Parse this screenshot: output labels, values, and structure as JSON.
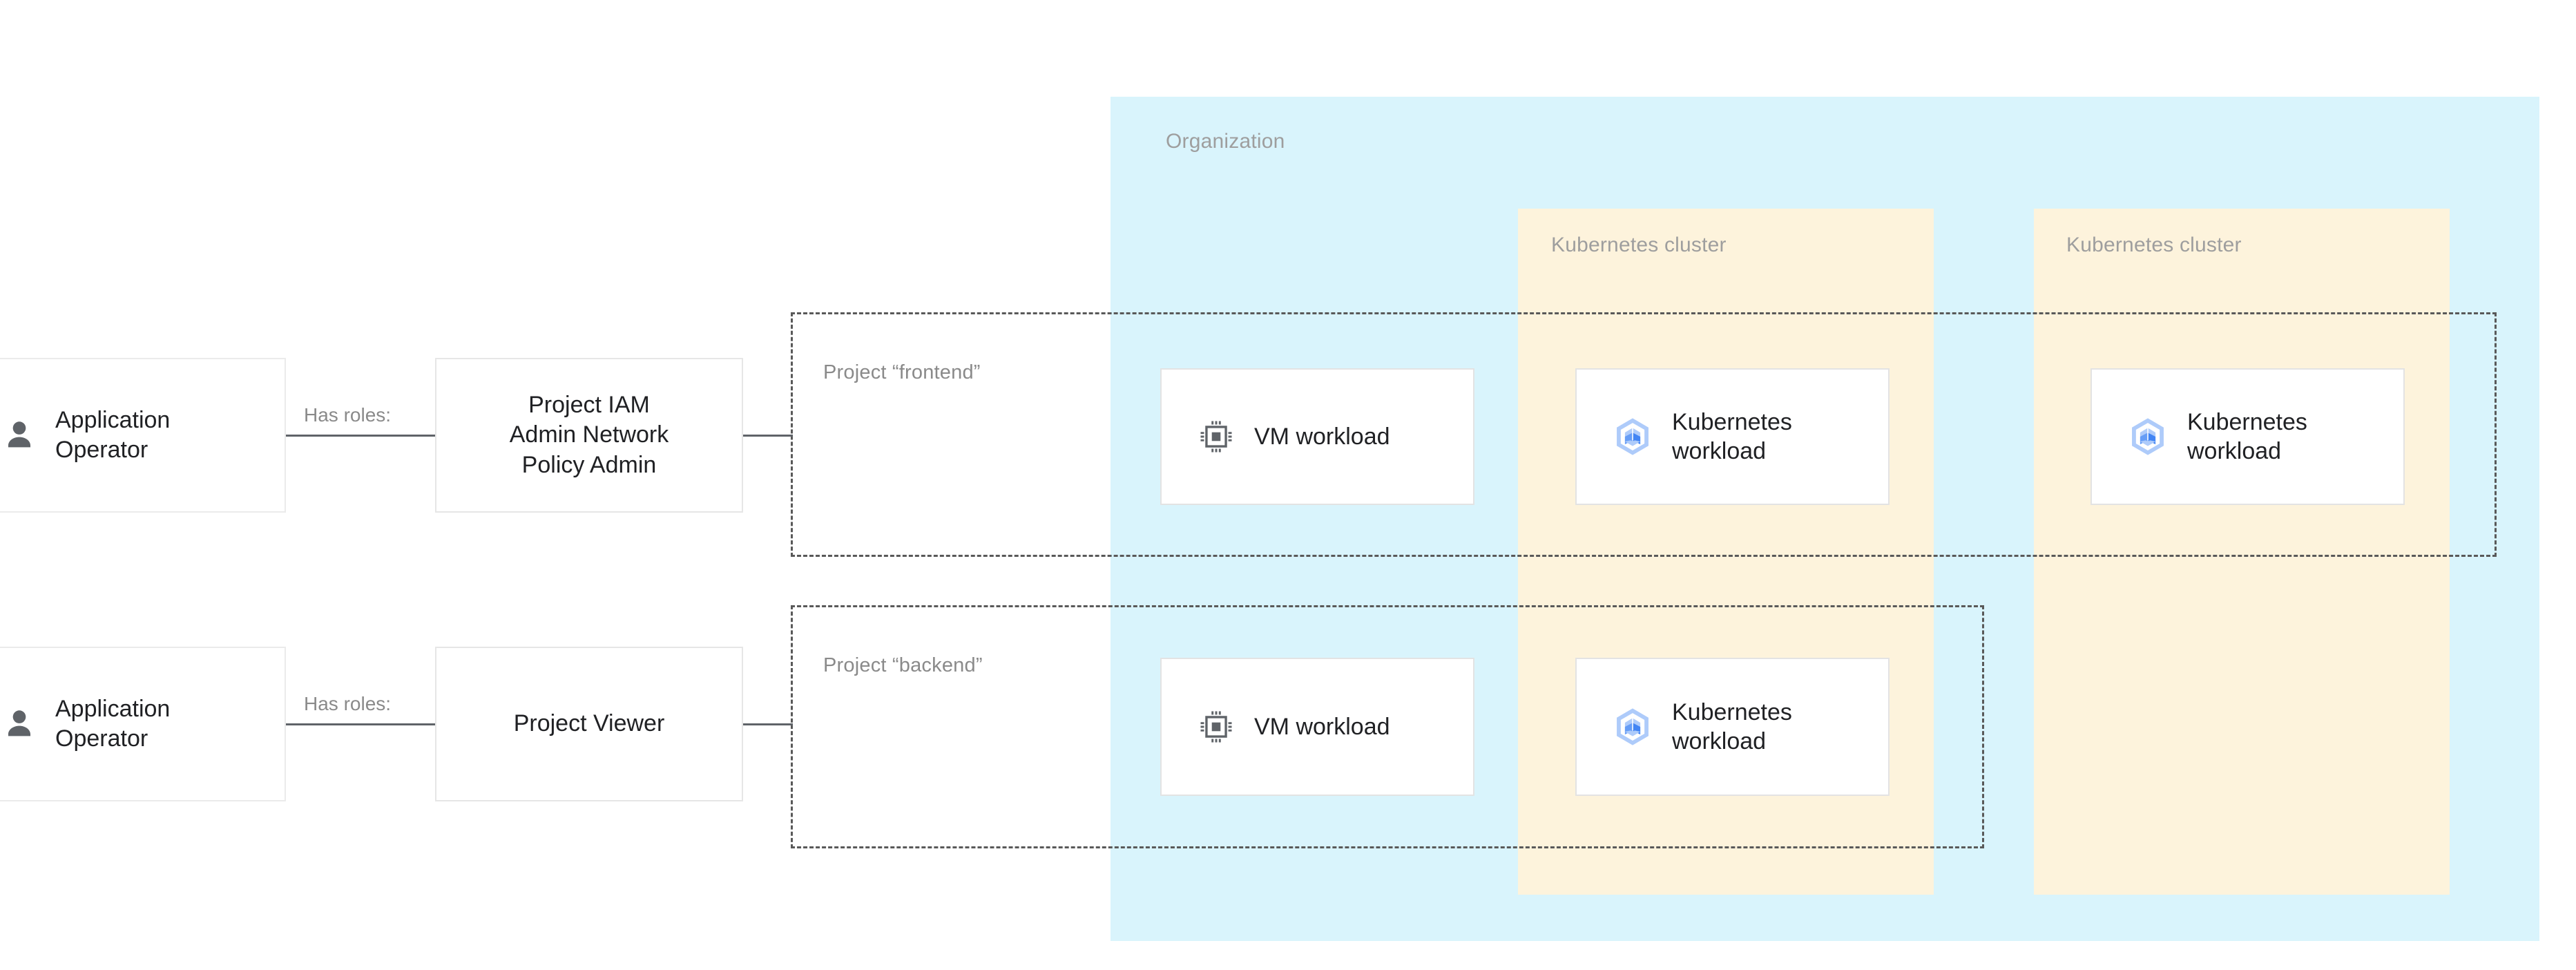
{
  "diagram": {
    "colors": {
      "organization_bg": "#d9f4fc",
      "cluster_bg": "#fdf3dc",
      "card_bg": "#ffffff",
      "card_border": "#e3e3e3",
      "boundary_stroke": "#595959",
      "connector": "#5f6368",
      "container_label": "#9e9e9e",
      "text": "#202124",
      "k8s_icon_light": "#aecbfa",
      "k8s_icon_dark": "#4285f4",
      "vm_icon": "#5f6368",
      "user_icon": "#5f6368"
    },
    "organization": {
      "label": "Organization"
    },
    "clusters": [
      {
        "label": "Kubernetes cluster"
      },
      {
        "label": "Kubernetes cluster"
      }
    ],
    "projects": [
      {
        "label": "Project “frontend”"
      },
      {
        "label": "Project “backend”"
      }
    ],
    "workloads": [
      {
        "label": "VM workload",
        "icon": "cpu-chip-icon"
      },
      {
        "label": "Kubernetes\nworkload",
        "icon": "kubernetes-icon"
      },
      {
        "label": "Kubernetes\nworkload",
        "icon": "kubernetes-icon"
      },
      {
        "label": "VM workload",
        "icon": "cpu-chip-icon"
      },
      {
        "label": "Kubernetes\nworkload",
        "icon": "kubernetes-icon"
      }
    ],
    "actors": [
      {
        "label": "Application\nOperator",
        "icon": "person-icon"
      },
      {
        "label": "Application\nOperator",
        "icon": "person-icon"
      }
    ],
    "edge_labels": [
      "Has roles:",
      "Has roles:"
    ],
    "roles": [
      {
        "label": "Project IAM\nAdmin Network\nPolicy Admin"
      },
      {
        "label": "Project Viewer"
      }
    ]
  }
}
